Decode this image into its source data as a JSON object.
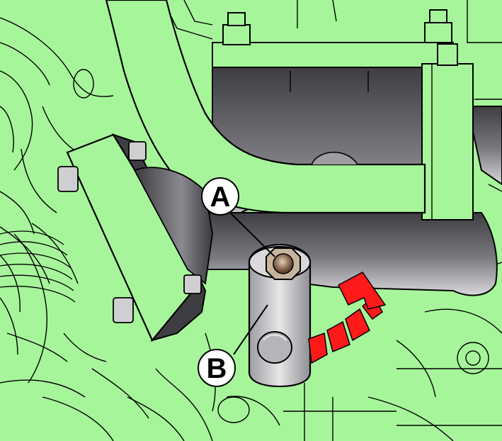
{
  "diagram": {
    "background_color": "#a6f59a",
    "line_color": "#000000",
    "metal_dark": "#4a4a4f",
    "metal_light": "#cfcfd2",
    "arrow_color": "#ff1a1a",
    "callouts": [
      {
        "id": "A",
        "label": "A"
      },
      {
        "id": "B",
        "label": "B"
      }
    ],
    "arrow": {
      "meaning": "rotate-counterclockwise-icon"
    }
  }
}
